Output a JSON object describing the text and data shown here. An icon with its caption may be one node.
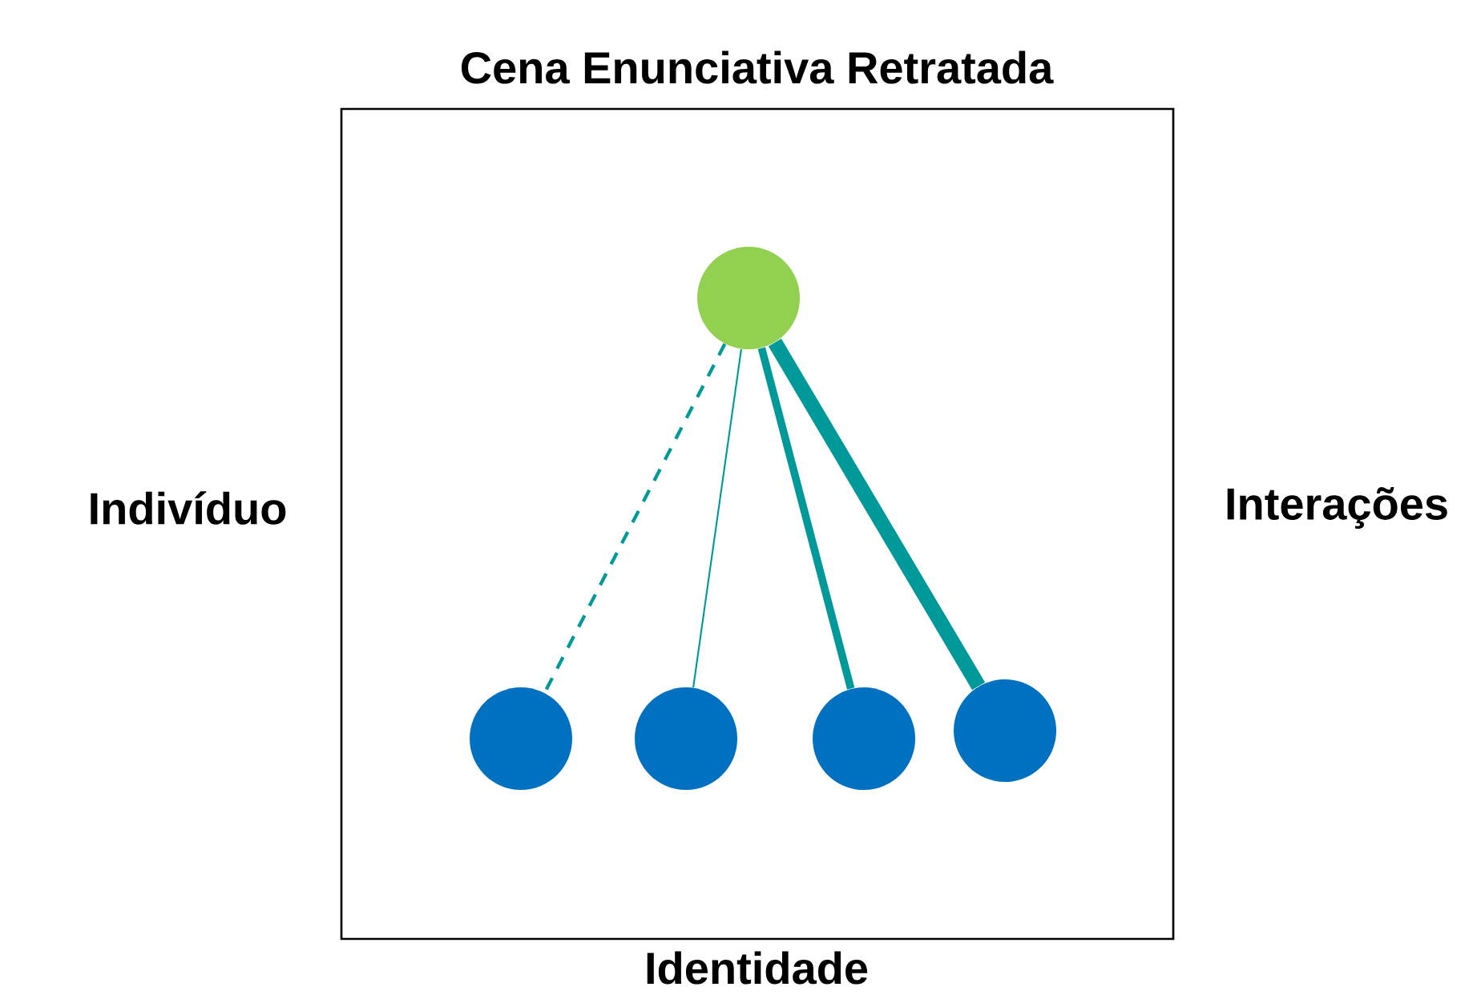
{
  "diagram": {
    "title": "Cena Enunciativa Retratada",
    "nodes": [
      {
        "text": [],
        "shape": "circle"
      },
      {
        "text": [],
        "shape": "circle"
      },
      {
        "text": [],
        "shape": "circle"
      },
      {
        "text": [],
        "shape": "circle"
      },
      {
        "text": [],
        "shape": "circle"
      }
    ],
    "edges": [
      {
        "from": 0,
        "to": 1,
        "arrow": "none",
        "style": "dashed"
      },
      {
        "from": 0,
        "to": 2,
        "arrow": "none"
      },
      {
        "from": 0,
        "to": 3,
        "arrow": "none",
        "style": "thick"
      },
      {
        "from": 0,
        "to": 4,
        "arrow": "none",
        "style": "thick"
      }
    ],
    "labels": [
      "Indivíduo",
      "Interações",
      "Identidade"
    ]
  }
}
